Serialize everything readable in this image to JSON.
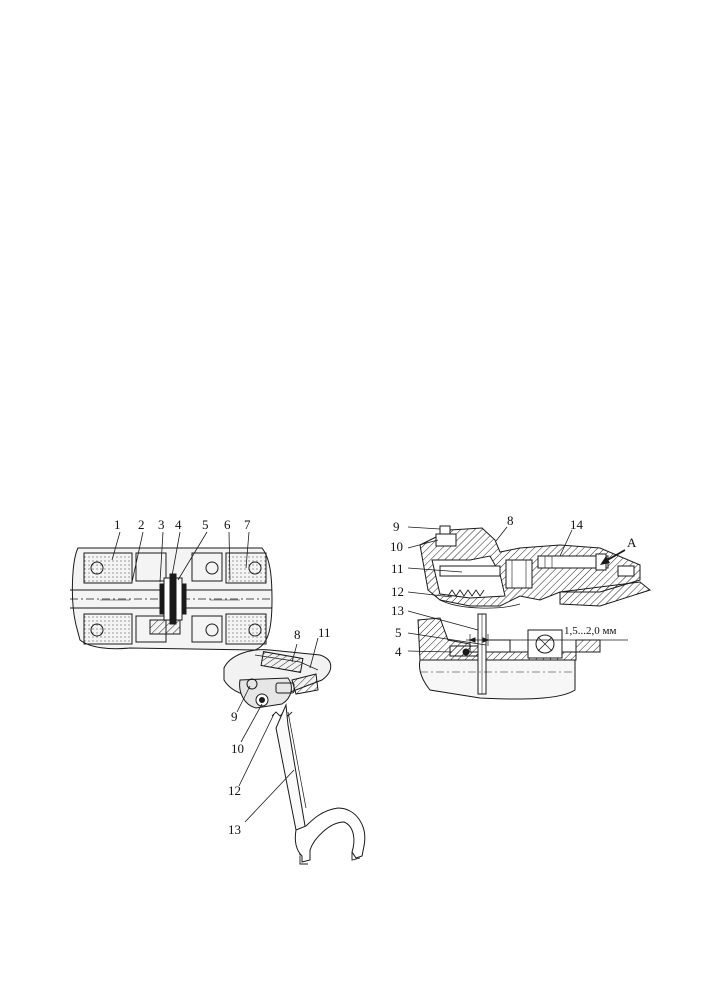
{
  "figures": {
    "top_left": {
      "callouts": [
        "1",
        "2",
        "3",
        "4",
        "5",
        "6",
        "7"
      ]
    },
    "bottom_left": {
      "callouts": [
        "8",
        "11",
        "9",
        "10",
        "12",
        "13"
      ]
    },
    "right": {
      "callouts": [
        "9",
        "8",
        "10",
        "14",
        "11",
        "12",
        "13",
        "5",
        "4"
      ],
      "view_label": "А",
      "gap_dimension": "1,5...2,0 мм"
    }
  },
  "colors": {
    "ink": "#1a1a1a",
    "paper": "#ffffff",
    "shade": "#cfcfcf"
  }
}
